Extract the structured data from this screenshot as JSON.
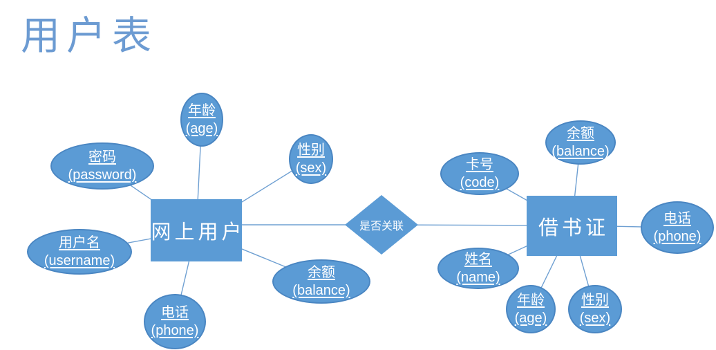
{
  "page": {
    "title": "用户表"
  },
  "colors": {
    "shape_fill": "#5B9BD5",
    "shape_border": "#4A86C2",
    "connector": "#6FA0D2",
    "title_text": "#6C9BD2",
    "label_text": "#FFFFFF"
  },
  "left_entity": {
    "label": "网上用户",
    "attributes": {
      "age": {
        "cn": "年龄",
        "en": "(age)"
      },
      "password": {
        "cn": "密码",
        "en": "(password)"
      },
      "sex": {
        "cn": "性别",
        "en": "(sex)"
      },
      "username": {
        "cn": "用户名",
        "en": "(username)"
      },
      "balance": {
        "cn": "余额",
        "en": "(balance)"
      },
      "phone": {
        "cn": "电话",
        "en": "(phone)"
      }
    }
  },
  "relationship": {
    "label": "是否关联"
  },
  "right_entity": {
    "label": "借书证",
    "attributes": {
      "code": {
        "cn": "卡号",
        "en": "(code)"
      },
      "balance": {
        "cn": "余额",
        "en": "(balance)"
      },
      "phone": {
        "cn": "电话",
        "en": "(phone)"
      },
      "name": {
        "cn": "姓名",
        "en": "(name)"
      },
      "age": {
        "cn": "年龄",
        "en": "(age)"
      },
      "sex": {
        "cn": "性别",
        "en": "(sex)"
      }
    }
  }
}
